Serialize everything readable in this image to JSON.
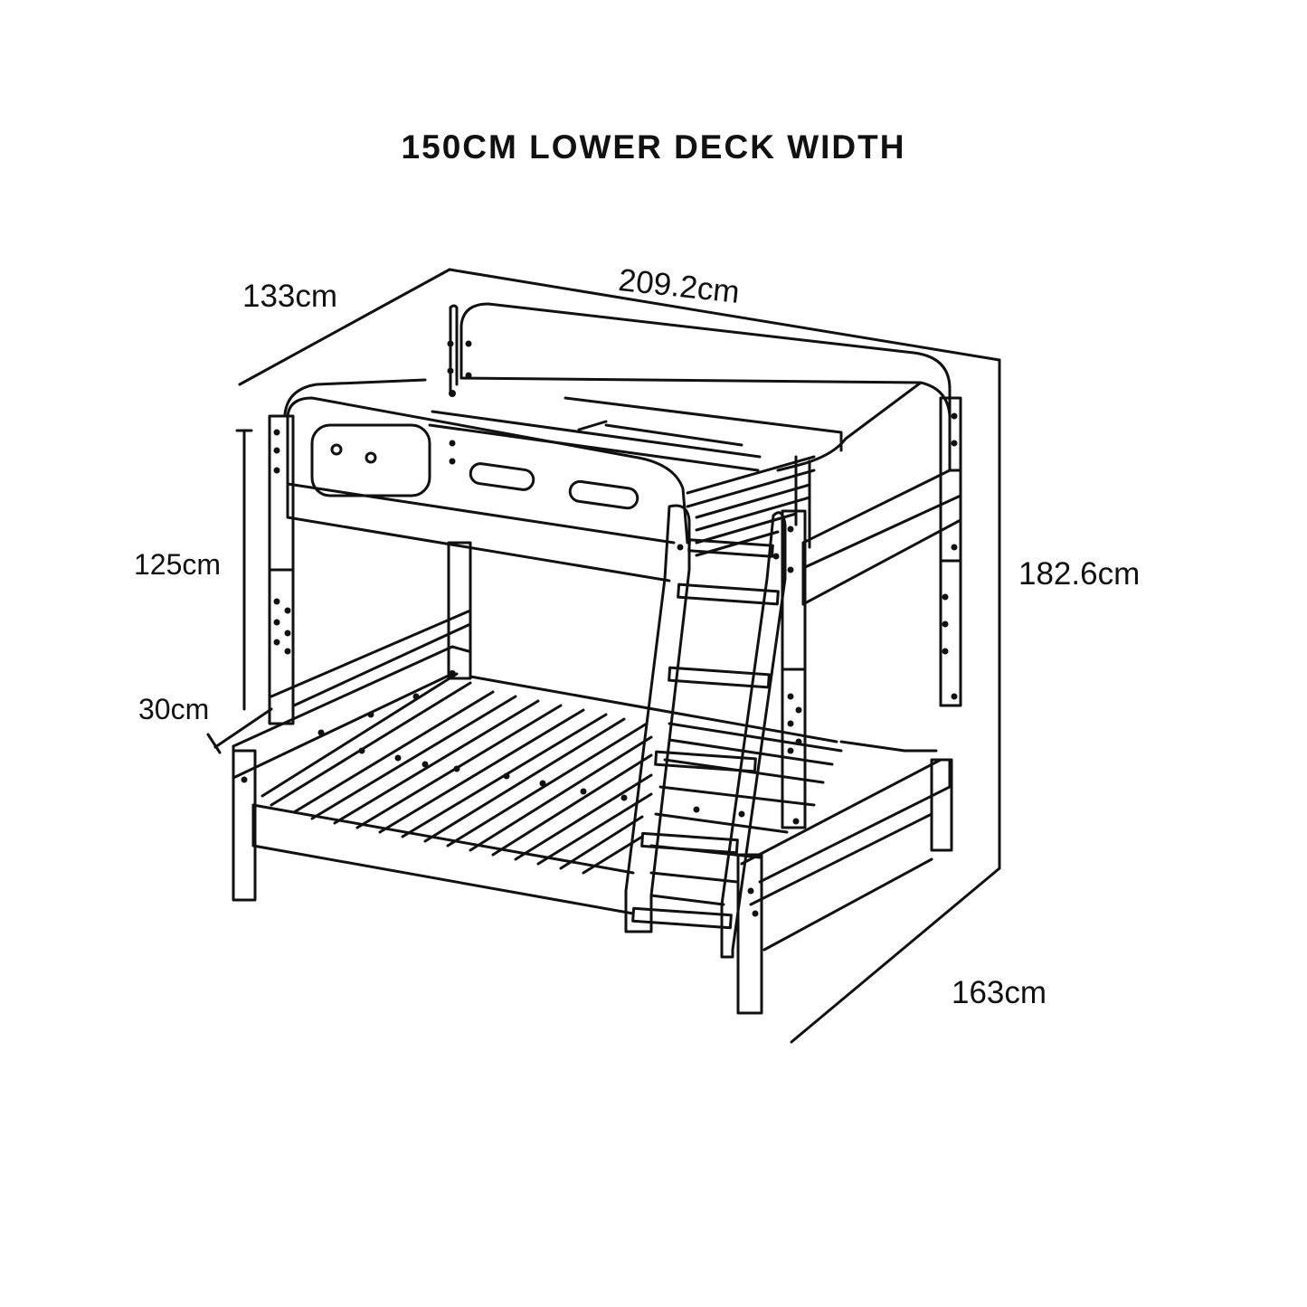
{
  "title": "150CM LOWER DECK WIDTH",
  "dimensions": {
    "depth": "133cm",
    "length": "209.2cm",
    "upper_height": "125cm",
    "lower_height": "30cm",
    "total_height": "182.6cm",
    "lower_width": "163cm"
  },
  "colors": {
    "line": "#111111",
    "background": "#ffffff"
  }
}
